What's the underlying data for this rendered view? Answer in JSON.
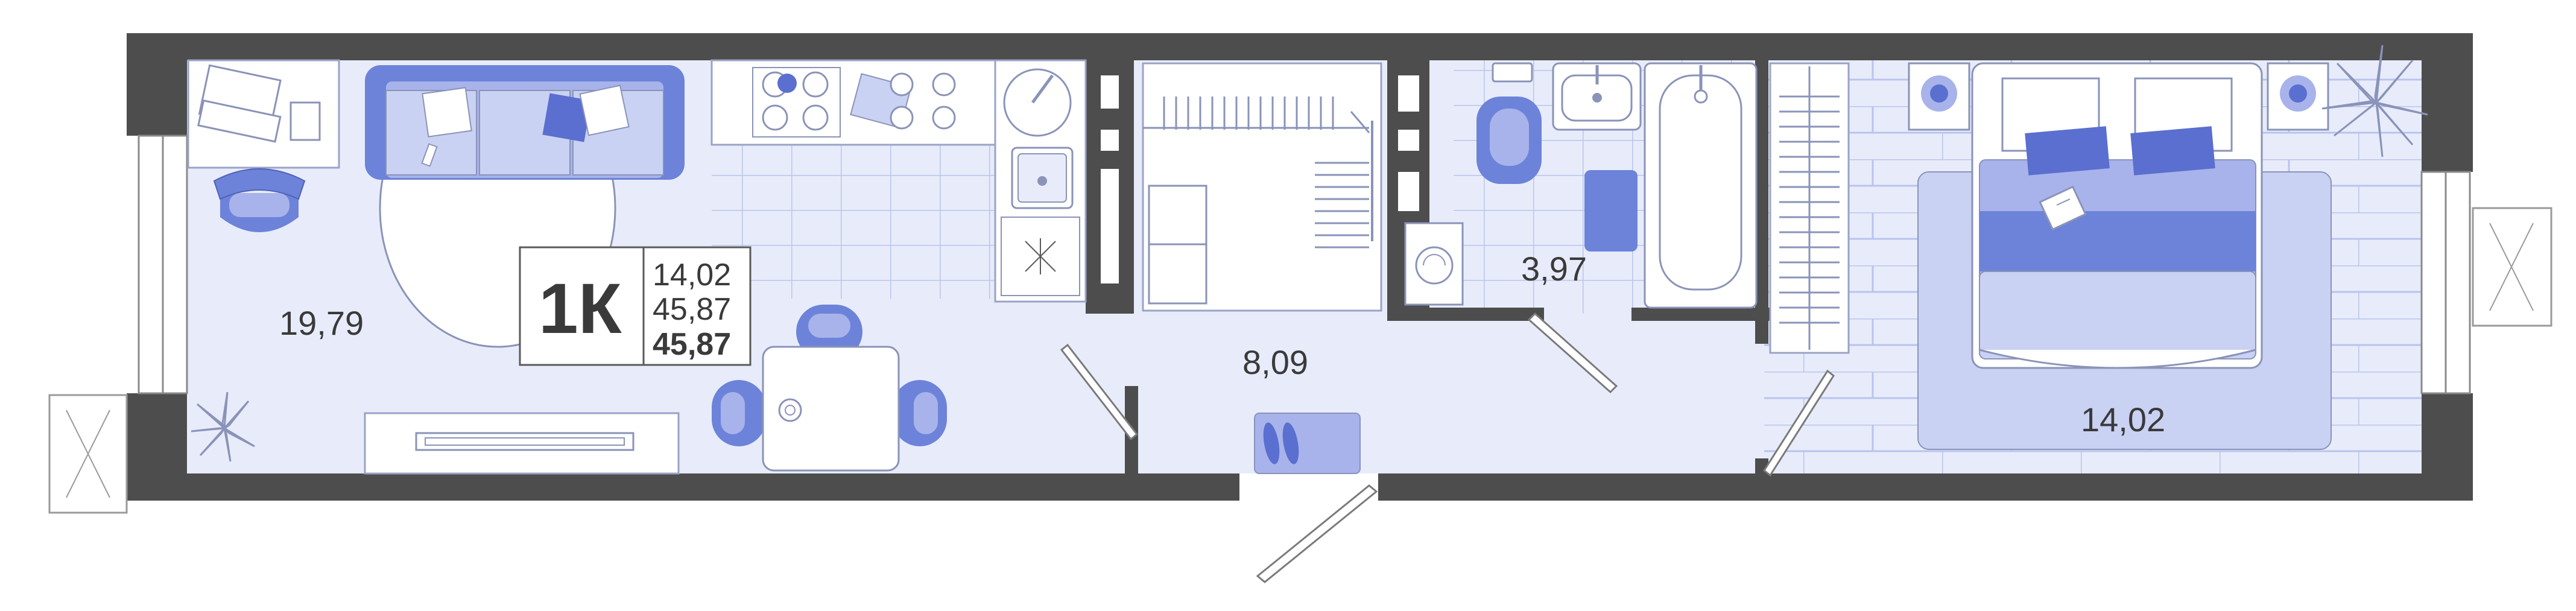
{
  "apartment": {
    "type_label": "1К",
    "area_living": "14,02",
    "area_total": "45,87",
    "area_total_bold": "45,87"
  },
  "rooms": {
    "living_kitchen_area": "19,79",
    "hallway_area": "8,09",
    "bathroom_area": "3,97",
    "bedroom_area": "14,02"
  },
  "colors": {
    "wall": "#4d4d4d",
    "floor": "#e8ecfa",
    "furniture_light": "#c9d2f3",
    "furniture_mid": "#a7b3ea",
    "furniture_accent": "#6c83d9",
    "furniture_dark": "#5a6fcf",
    "tile": "#b9c4ee"
  },
  "icons": [
    "sofa-icon",
    "cushion-icon",
    "armchair-icon",
    "desk-icon",
    "laptop-icon",
    "rug-icon",
    "kitchen-sink-icon",
    "stove-icon",
    "dining-table-icon",
    "chair-icon",
    "plant-icon",
    "tv-stand-icon",
    "wardrobe-icon",
    "washing-machine-icon",
    "toilet-icon",
    "bath-mat-icon",
    "bathtub-icon",
    "door-mat-icon",
    "slippers-icon",
    "double-bed-icon",
    "pillow-icon",
    "nightstand-icon",
    "lamp-icon",
    "book-icon",
    "closet-shelves-icon"
  ]
}
